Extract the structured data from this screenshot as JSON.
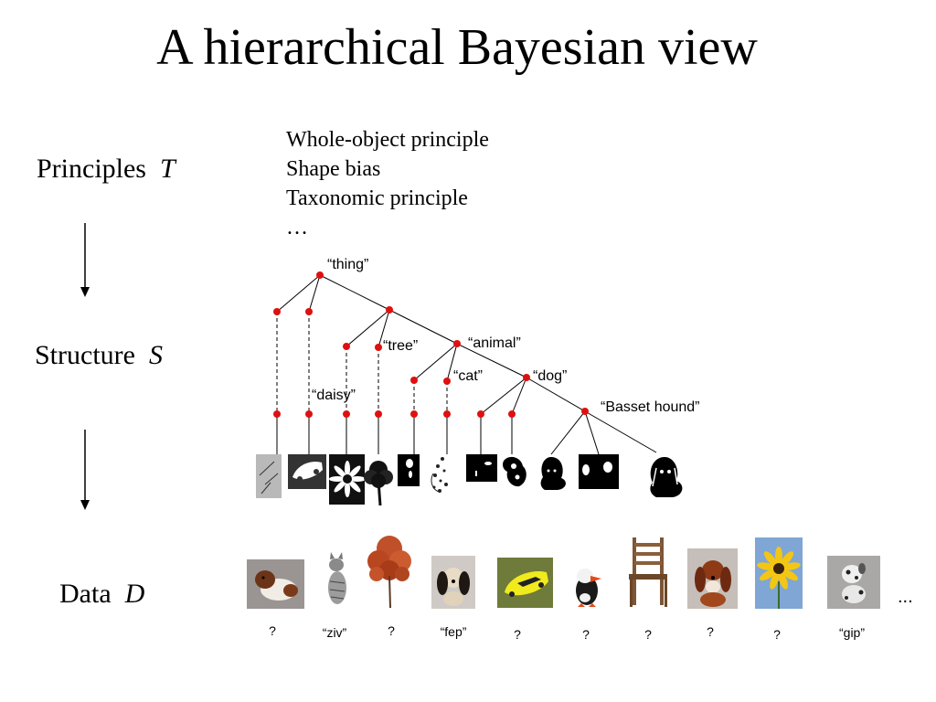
{
  "title": "A hierarchical Bayesian view",
  "levels": {
    "principles": {
      "label": "Principles",
      "var": "T"
    },
    "structure": {
      "label": "Structure",
      "var": "S"
    },
    "data": {
      "label": "Data",
      "var": "D"
    }
  },
  "principles_list": [
    "Whole-object principle",
    "Shape bias",
    "Taxonomic principle",
    "…"
  ],
  "tree_labels": {
    "thing": "“thing”",
    "tree": "“tree”",
    "animal": "“animal”",
    "cat": "“cat”",
    "dog": "“dog”",
    "daisy": "“daisy”",
    "basset": "“Basset hound”"
  },
  "data_labels": [
    "?",
    "“ziv”",
    "?",
    "“fep”",
    "?",
    "?",
    "?",
    "?",
    "?",
    "“gip”"
  ],
  "data_ellipsis": "...",
  "colors": {
    "node": "#e01010",
    "edge": "#000000"
  }
}
